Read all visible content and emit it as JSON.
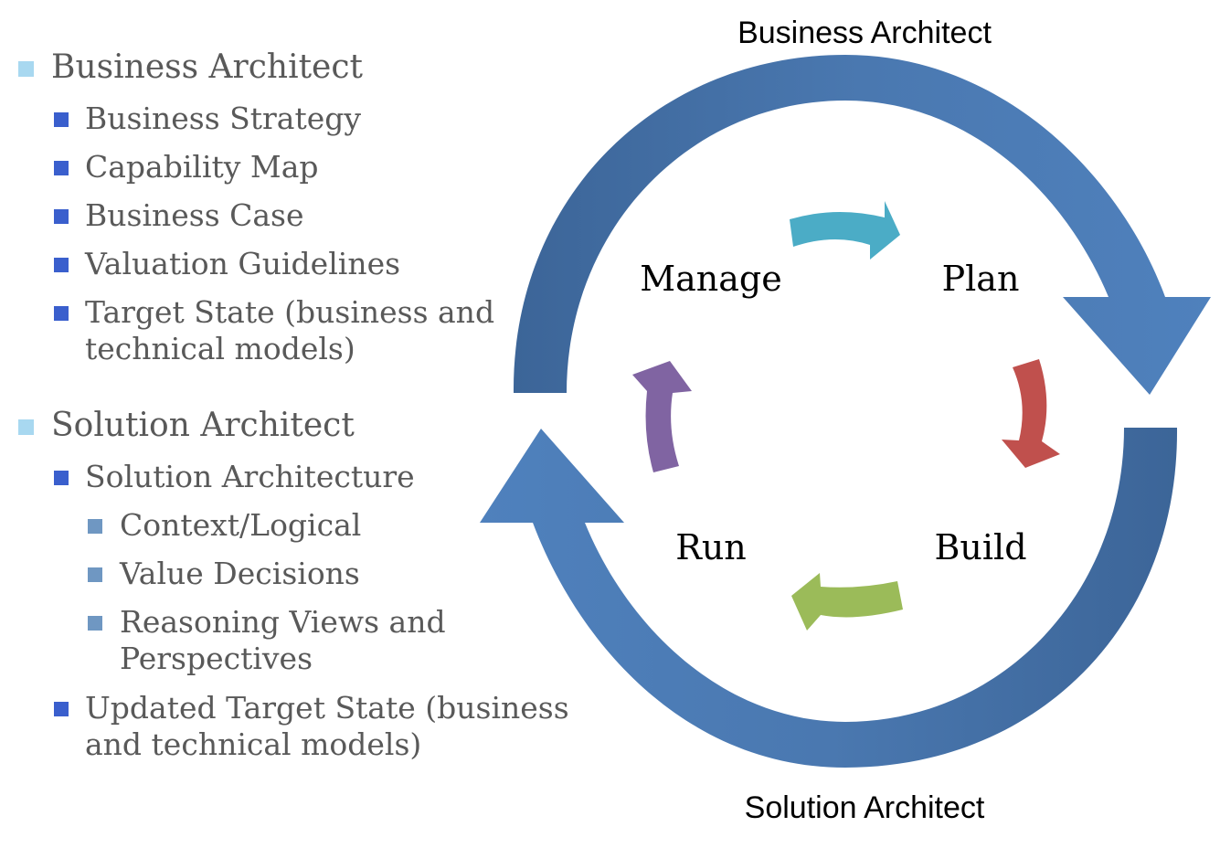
{
  "left_list": {
    "business_architect": {
      "label": "Business Architect",
      "items": [
        "Business Strategy",
        "Capability Map",
        "Business Case",
        "Valuation Guidelines"
      ],
      "target_state_line1": "Target State (business and",
      "target_state_line2": "technical models)"
    },
    "solution_architect": {
      "label": "Solution Architect",
      "solution_architecture": "Solution Architecture",
      "sub_items": [
        "Context/Logical",
        "Value Decisions"
      ],
      "reasoning_line1": "Reasoning Views and",
      "reasoning_line2": "Perspectives",
      "updated_line1": "Updated Target State (business",
      "updated_line2": "and technical models)"
    }
  },
  "diagram": {
    "top_role": "Business Architect",
    "bottom_role": "Solution Architect",
    "stages": {
      "manage": "Manage",
      "plan": "Plan",
      "build": "Build",
      "run": "Run"
    },
    "colors": {
      "outer_light": "#4f81bd",
      "outer_dark": "#3c6598",
      "manage_to_plan": "#4bacc6",
      "plan_to_build": "#c0504d",
      "build_to_run": "#9bbb59",
      "run_to_manage": "#8064a2"
    }
  }
}
